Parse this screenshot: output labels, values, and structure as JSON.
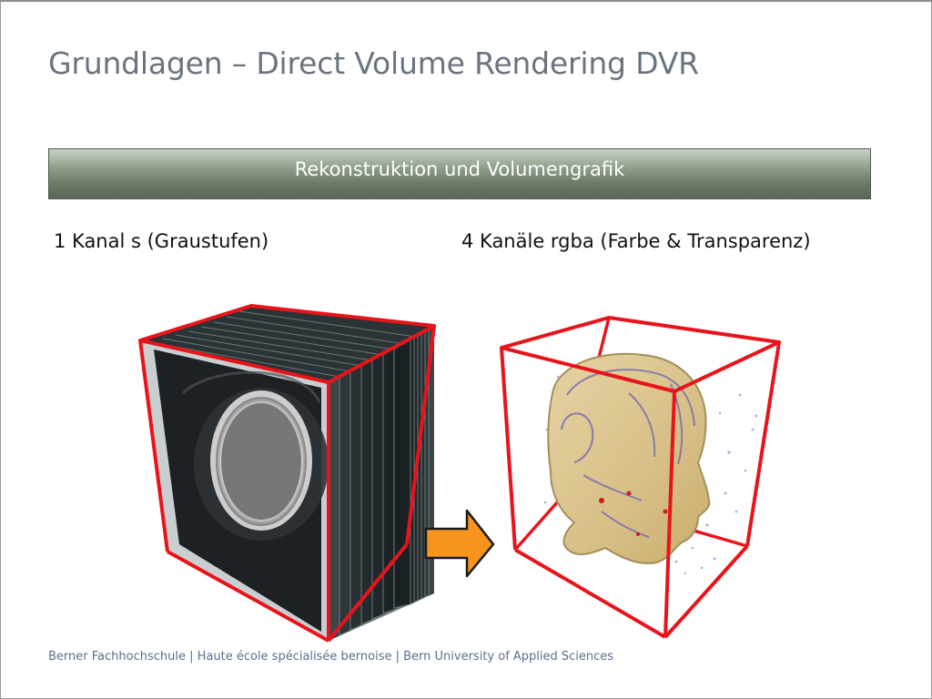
{
  "slide": {
    "title": "Grundlagen – Direct Volume Rendering DVR",
    "section_label": "Rekonstruktion und Volumengrafik",
    "left_caption": "1 Kanal s (Graustufen)",
    "right_caption": "4 Kanäle rgba (Farbe & Transparenz)",
    "footer": "Berner Fachhochschule | Haute école spécialisée bernoise | Bern University of Applied Sciences"
  },
  "figure": {
    "left_image": "grayscale-ct-slice-stack",
    "arrow": "right-arrow-icon",
    "right_image": "rgba-head-volume-render",
    "colors": {
      "bounding_box": "#e8141b",
      "arrow_fill": "#f7941d",
      "slice_dark": "#1c2124",
      "skull_bone": "#c4c4c4",
      "head_render": "#d9c28f"
    }
  }
}
